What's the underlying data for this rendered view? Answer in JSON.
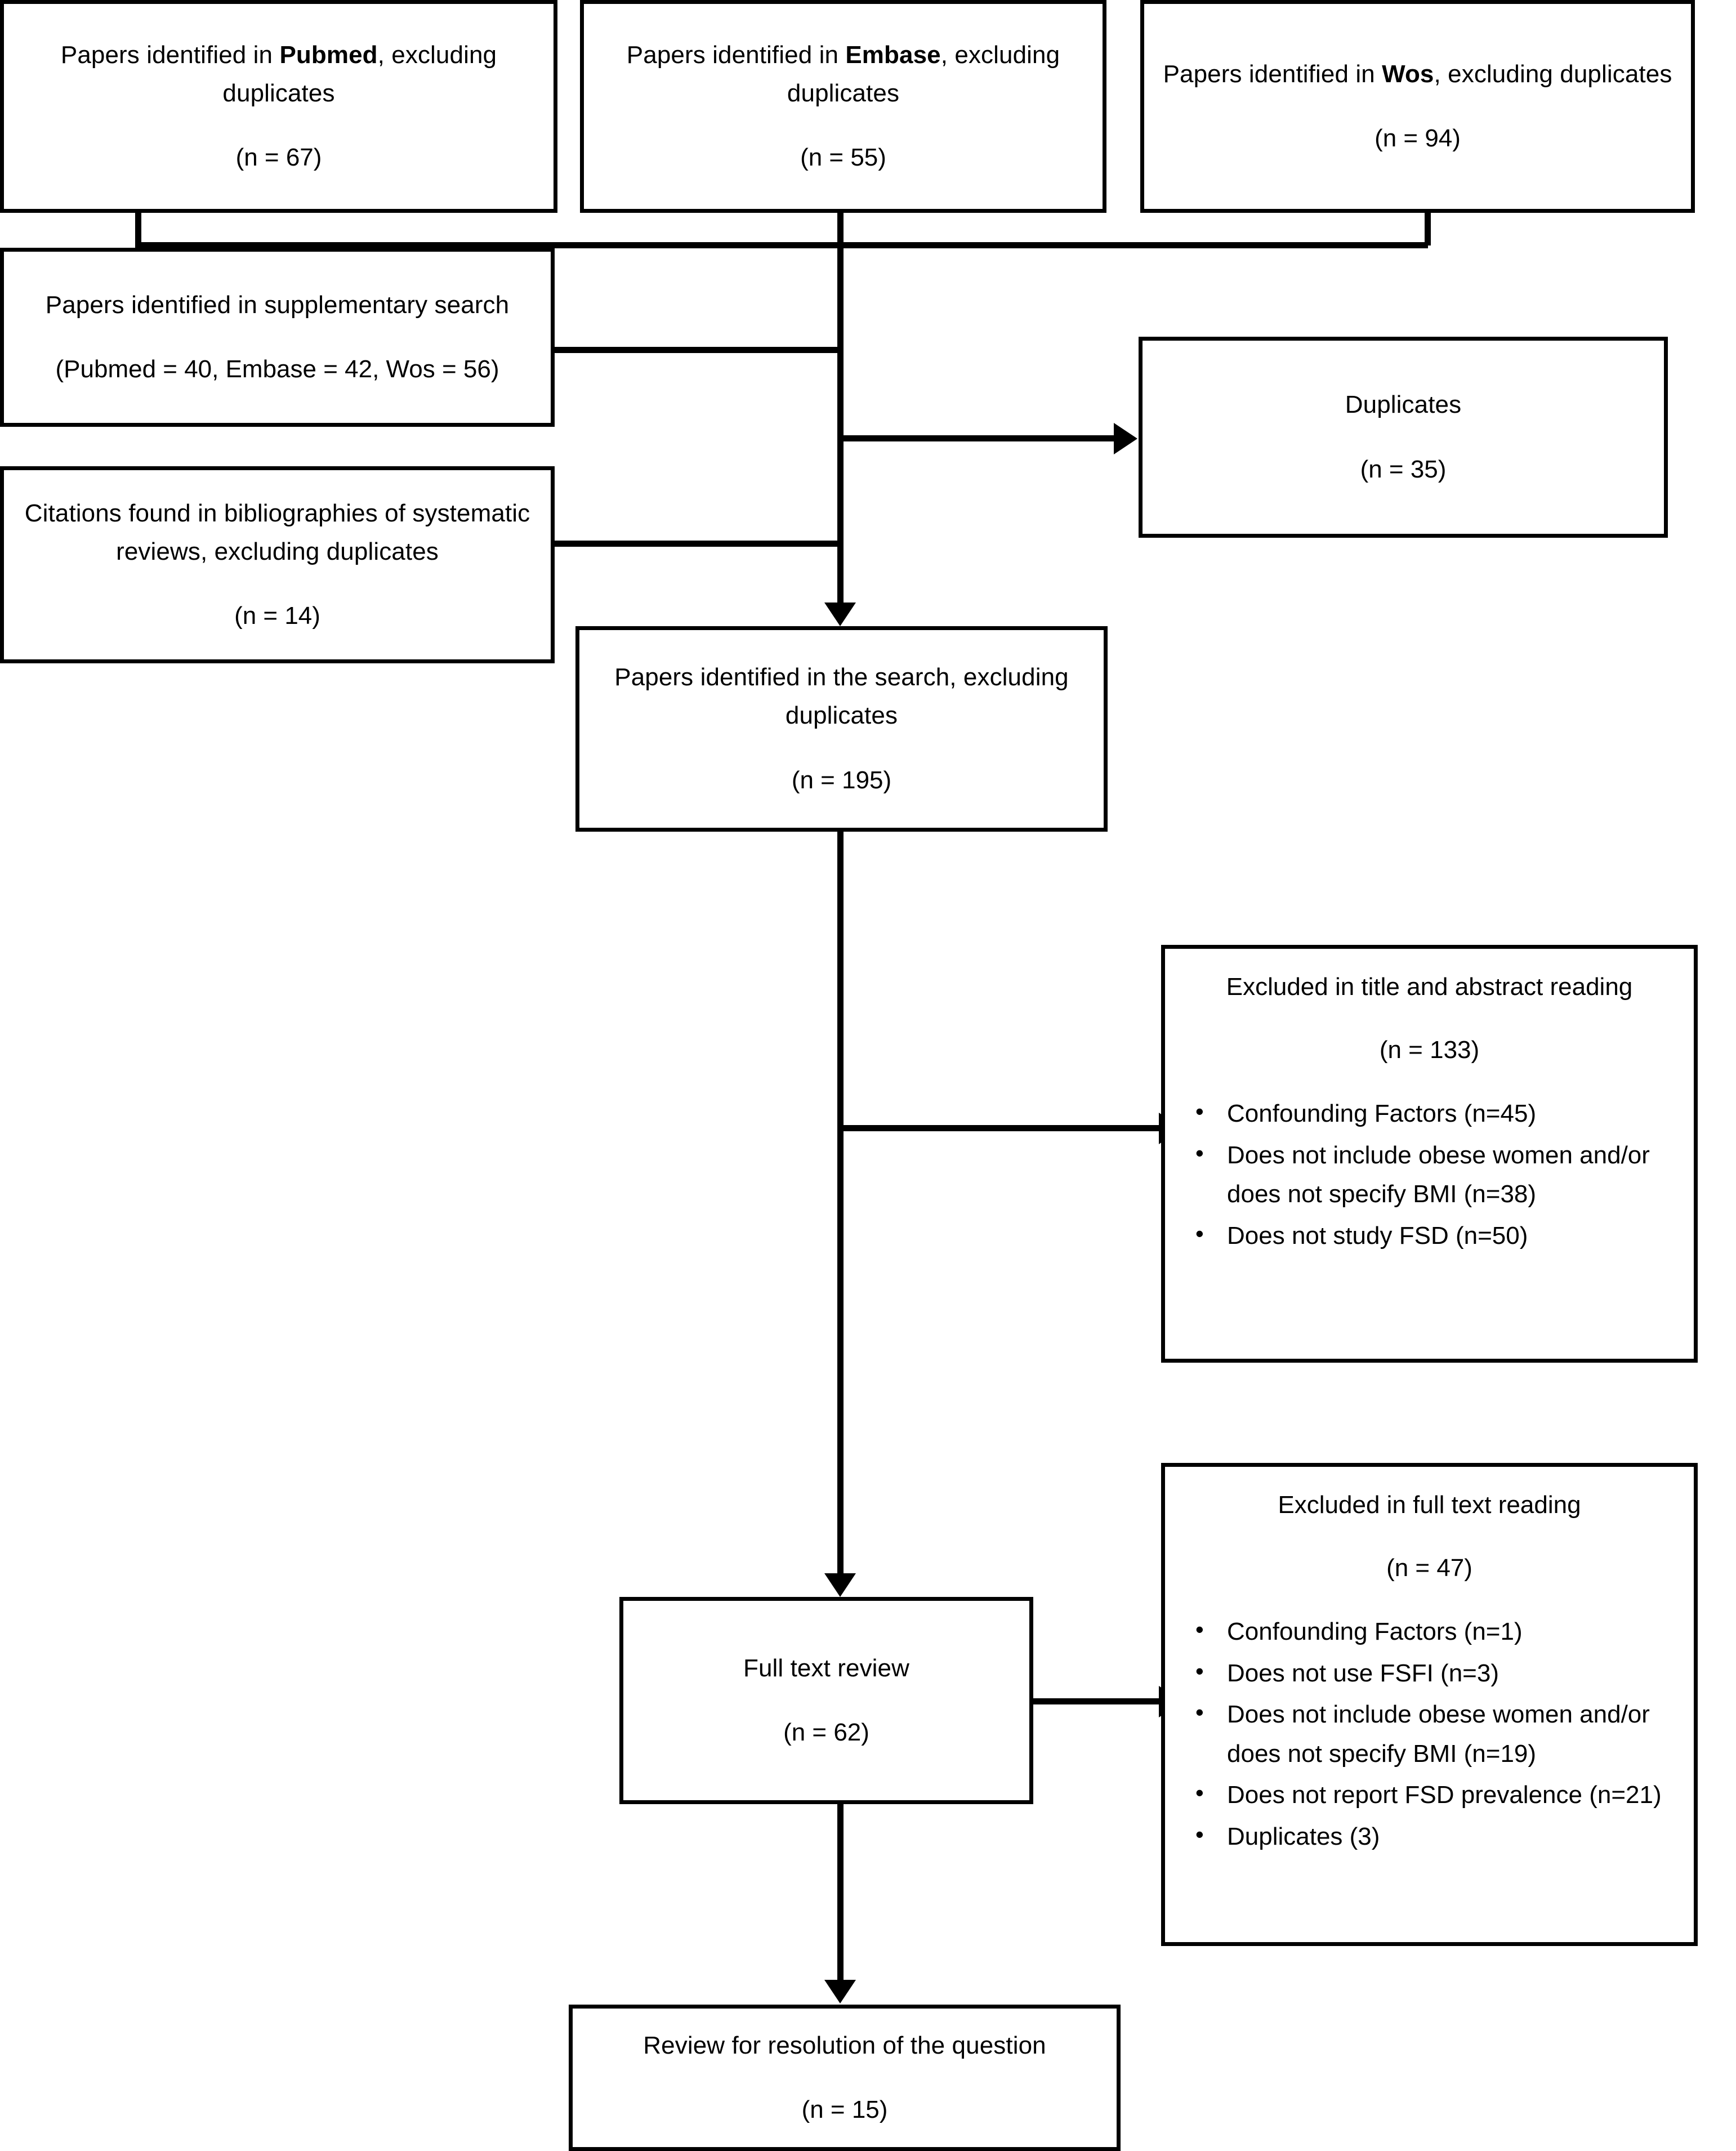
{
  "diagram": {
    "title": "PRISMA study selection flow diagram",
    "accent_color": "#000000",
    "background_color": "#ffffff"
  },
  "sources": {
    "pubmed": {
      "label_pre": "Papers identified in ",
      "label_bold": "Pubmed",
      "label_post": ", excluding duplicates",
      "count": "(n = 67)"
    },
    "embase": {
      "label_pre": "Papers identified in ",
      "label_bold": "Embase",
      "label_post": ", excluding duplicates",
      "count": "(n = 55)"
    },
    "wos": {
      "label_pre": "Papers identified in ",
      "label_bold": "Wos",
      "label_post": ", excluding duplicates",
      "count": "(n = 94)"
    }
  },
  "supplementary": {
    "label": "Papers identified in supplementary search",
    "count": "(Pubmed = 40, Embase = 42, Wos = 56)"
  },
  "bibliographies": {
    "label": "Citations found in bibliographies of systematic reviews, excluding duplicates",
    "count": "(n = 14)"
  },
  "duplicates": {
    "label": "Duplicates",
    "count": "(n = 35)"
  },
  "identified": {
    "label": "Papers identified in the search, excluding duplicates",
    "count": "(n = 195)"
  },
  "excluded_title_abstract": {
    "header": "Excluded in title and abstract reading",
    "count": "(n = 133)",
    "reasons": [
      "Confounding Factors (n=45)",
      "Does not include obese women and/or does not specify BMI (n=38)",
      "Does not study FSD (n=50)"
    ]
  },
  "excluded_full_text": {
    "header": "Excluded in full text reading",
    "count": "(n = 47)",
    "reasons": [
      "Confounding Factors (n=1)",
      "Does not use FSFI (n=3)",
      "Does not include obese women and/or does not specify BMI (n=19)",
      "Does not report FSD prevalence (n=21)",
      "Duplicates (3)"
    ]
  },
  "full_text_review": {
    "label": "Full text review",
    "count": "(n = 62)"
  },
  "final": {
    "label": "Review for resolution of the question",
    "count": "(n = 15)"
  },
  "chart_data": {
    "type": "diagram-flow",
    "title": "PRISMA study selection flow",
    "nodes": [
      {
        "id": "pubmed",
        "label": "Papers identified in Pubmed, excluding duplicates",
        "n": 67
      },
      {
        "id": "embase",
        "label": "Papers identified in Embase, excluding duplicates",
        "n": 55
      },
      {
        "id": "wos",
        "label": "Papers identified in Wos, excluding duplicates",
        "n": 94
      },
      {
        "id": "supplementary",
        "label": "Papers identified in supplementary search",
        "n": "Pubmed = 40, Embase = 42, Wos = 56"
      },
      {
        "id": "bibliographies",
        "label": "Citations found in bibliographies of systematic reviews, excluding duplicates",
        "n": 14
      },
      {
        "id": "duplicates",
        "label": "Duplicates",
        "n": 35
      },
      {
        "id": "identified",
        "label": "Papers identified in the search, excluding duplicates",
        "n": 195
      },
      {
        "id": "excluded_ta",
        "label": "Excluded in title and abstract reading",
        "n": 133
      },
      {
        "id": "full_text_review",
        "label": "Full text review",
        "n": 62
      },
      {
        "id": "excluded_ft",
        "label": "Excluded in full text reading",
        "n": 47
      },
      {
        "id": "final",
        "label": "Review for resolution of the question",
        "n": 15
      }
    ],
    "edges": [
      {
        "from": "pubmed",
        "to": "identified"
      },
      {
        "from": "embase",
        "to": "identified"
      },
      {
        "from": "wos",
        "to": "identified"
      },
      {
        "from": "supplementary",
        "to": "identified"
      },
      {
        "from": "bibliographies",
        "to": "identified"
      },
      {
        "from": "identified",
        "to": "duplicates"
      },
      {
        "from": "identified",
        "to": "excluded_ta"
      },
      {
        "from": "identified",
        "to": "full_text_review"
      },
      {
        "from": "full_text_review",
        "to": "excluded_ft"
      },
      {
        "from": "full_text_review",
        "to": "final"
      }
    ]
  }
}
